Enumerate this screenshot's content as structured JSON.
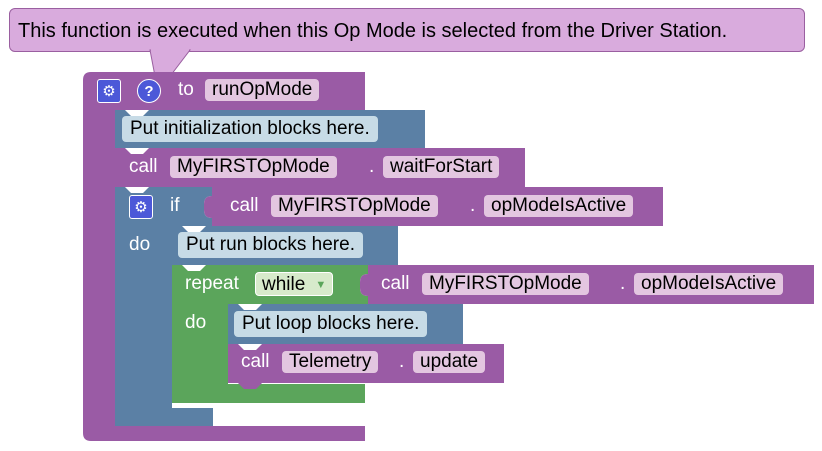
{
  "tooltip": {
    "text": "This function is executed when this Op Mode is selected from the Driver Station."
  },
  "function_block": {
    "keyword_to": "to",
    "name": "runOpMode",
    "gear_icon": "gear-icon",
    "help_icon": "help-icon",
    "help_glyph": "?"
  },
  "init_comment": "Put initialization blocks here.",
  "wait_call": {
    "keyword": "call",
    "object": "MyFIRSTOpMode",
    "dot": ".",
    "method": "waitForStart"
  },
  "if_block": {
    "keyword_if": "if",
    "keyword_do": "do",
    "condition": {
      "keyword": "call",
      "object": "MyFIRSTOpMode",
      "dot": ".",
      "method": "opModeIsActive"
    }
  },
  "run_comment": "Put run blocks here.",
  "repeat_block": {
    "keyword_repeat": "repeat",
    "mode": "while",
    "keyword_do": "do",
    "condition": {
      "keyword": "call",
      "object": "MyFIRSTOpMode",
      "dot": ".",
      "method": "opModeIsActive"
    }
  },
  "loop_comment": "Put loop blocks here.",
  "telemetry_call": {
    "keyword": "call",
    "object": "Telemetry",
    "dot": ".",
    "method": "update"
  },
  "colors": {
    "function_purple": "#9a5ba5",
    "blue_logic": "#5b80a5",
    "green_loop": "#5ba55b",
    "comment_bg": "#c7dbe6",
    "field_bg": "#e3c6e0",
    "tooltip_bg": "#d9abdd"
  }
}
